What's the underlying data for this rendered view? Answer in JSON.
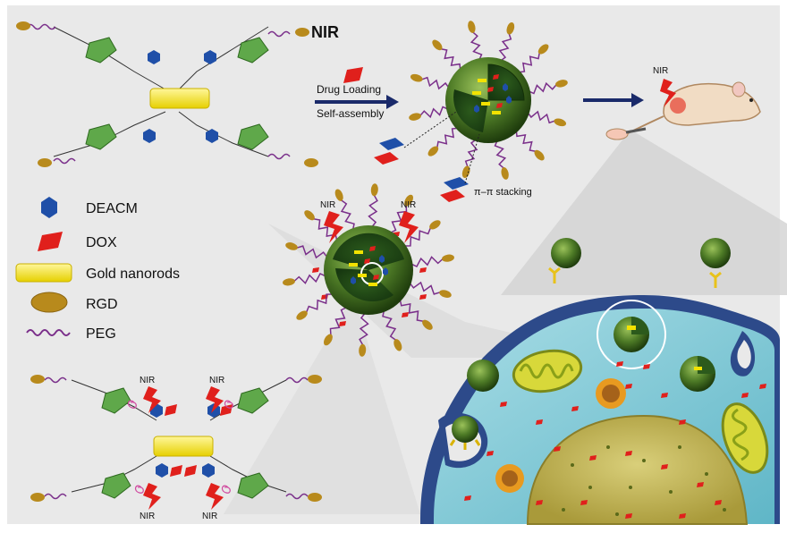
{
  "labels": {
    "nir_top": "NIR",
    "drug_loading": "Drug Loading",
    "self_assembly": "Self-assembly",
    "pi_stacking": "π–π stacking",
    "nir_mouse": "NIR",
    "nir_np_left": "NIR",
    "nir_np_right": "NIR",
    "nir_bottom_1": "NIR",
    "nir_bottom_2": "NIR",
    "nir_bottom_3": "NIR",
    "nir_bottom_4": "NIR"
  },
  "legend": [
    {
      "label": "DEACM",
      "icon": "blue-hexagon",
      "color": "#1f4fa8"
    },
    {
      "label": "DOX",
      "icon": "red-parallelogram",
      "color": "#e0201c"
    },
    {
      "label": "Gold nanorods",
      "icon": "yellow-rod",
      "color": "#f2e200"
    },
    {
      "label": "RGD",
      "icon": "brown-ellipse",
      "color": "#b88a1c"
    },
    {
      "label": "PEG",
      "icon": "purple-wave",
      "color": "#7a2f8a"
    }
  ]
}
